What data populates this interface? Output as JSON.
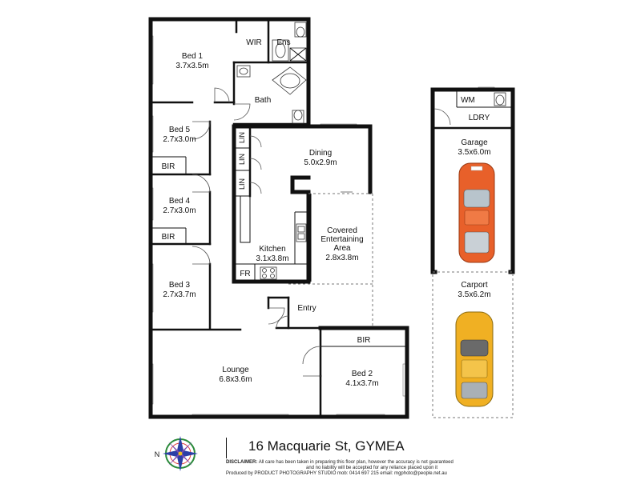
{
  "title": "16 Macquarie St, GYMEA",
  "compass": {
    "north_label": "N"
  },
  "rooms": {
    "bed1": {
      "name": "Bed 1",
      "size": "3.7x3.5m"
    },
    "wir": {
      "name": "WIR"
    },
    "ens": {
      "name": "Ens"
    },
    "bath": {
      "name": "Bath"
    },
    "bed5": {
      "name": "Bed 5",
      "size": "2.7x3.0m"
    },
    "bir5": {
      "name": "BIR"
    },
    "bed4": {
      "name": "Bed 4",
      "size": "2.7x3.0m"
    },
    "bir4": {
      "name": "BIR"
    },
    "bed3": {
      "name": "Bed 3",
      "size": "2.7x3.7m"
    },
    "lin1": {
      "name": "LIN"
    },
    "lin2": {
      "name": "LIN"
    },
    "lin3": {
      "name": "LIN"
    },
    "dining": {
      "name": "Dining",
      "size": "5.0x2.9m"
    },
    "kitchen": {
      "name": "Kitchen",
      "size": "3.1x3.8m"
    },
    "fr": {
      "name": "FR"
    },
    "covered": {
      "line1": "Covered",
      "line2": "Entertaining",
      "line3": "Area",
      "size": "2.8x3.8m"
    },
    "entry": {
      "name": "Entry"
    },
    "lounge": {
      "name": "Lounge",
      "size": "6.8x3.6m"
    },
    "bir2": {
      "name": "BIR"
    },
    "bed2": {
      "name": "Bed 2",
      "size": "4.1x3.7m"
    },
    "wm": {
      "name": "WM"
    },
    "ldry": {
      "name": "LDRY"
    },
    "garage": {
      "name": "Garage",
      "size": "3.5x6.0m"
    },
    "carport": {
      "name": "Carport",
      "size": "3.5x6.2m"
    }
  },
  "colors": {
    "wall": "#111111",
    "garage_car": "#e8602a",
    "carport_car": "#f0b023"
  },
  "disclaimer": {
    "label": "DISCLAIMER:",
    "line1": "All care has been taken in preparing this floor plan, however the accuracy is not guaranteed",
    "line2": "and no liability will be accepted for any reliance placed upon it",
    "line3": "Produced by PRODUCT PHOTOGRAPHY STUDIO mob: 0414 697 215  email: mgphoto@people.net.au"
  }
}
